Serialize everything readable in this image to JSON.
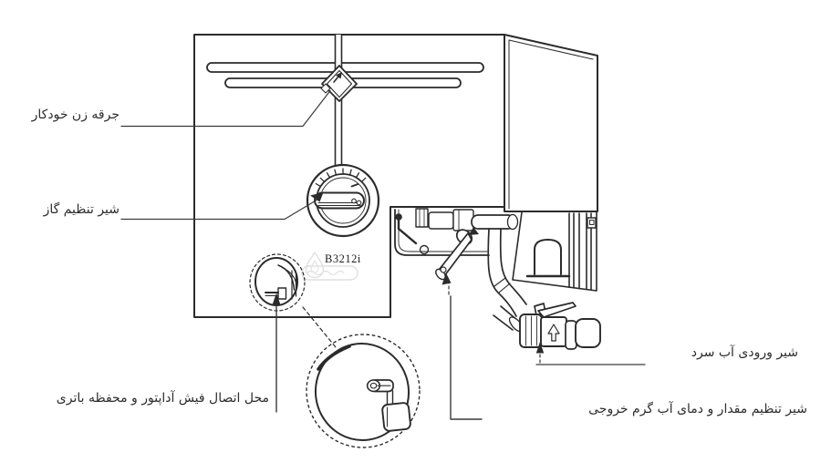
{
  "diagram": {
    "type": "technical-illustration",
    "subject": "gas water heater parts diagram",
    "model_label": "B3212i",
    "background_color": "#ffffff",
    "line_color": "#2b2b2b",
    "labels": {
      "igniter": {
        "text": "جرقه زن خودکار"
      },
      "gas_valve": {
        "text": "شیر تنظیم گاز"
      },
      "adapter_battery": {
        "text": "محل اتصال فیش آداپتور و محفظه باتری"
      },
      "cold_water_inlet": {
        "text": "شیر ورودی آب سرد"
      },
      "hot_water_adjust": {
        "text": "شیر تنظیم مقدار و دمای آب گرم خروجی"
      }
    }
  }
}
